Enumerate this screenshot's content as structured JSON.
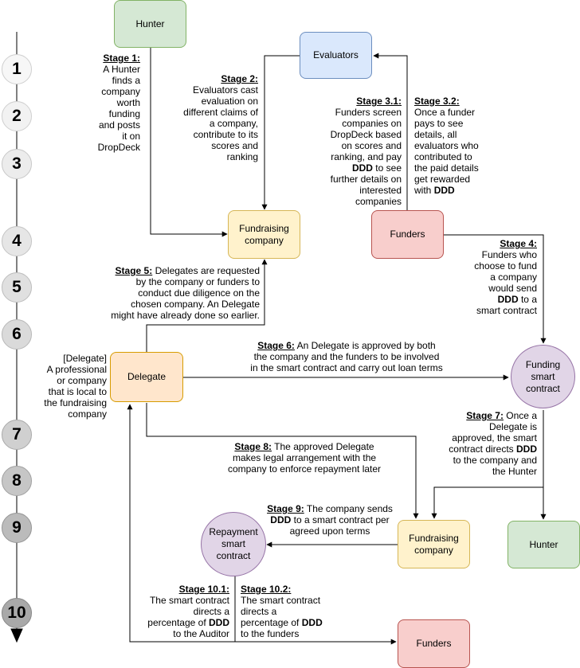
{
  "timeline": [
    "1",
    "2",
    "3",
    "4",
    "5",
    "6",
    "7",
    "8",
    "9",
    "10"
  ],
  "nodes": {
    "hunter_top": "Hunter",
    "evaluators": "Evaluators",
    "fundraising_top_1": "Fundraising",
    "fundraising_top_2": "company",
    "funders_top": "Funders",
    "delegate": "Delegate",
    "funding_sc_1": "Funding",
    "funding_sc_2": "smart",
    "funding_sc_3": "contract",
    "fundraising_bottom_1": "Fundraising",
    "fundraising_bottom_2": "company",
    "hunter_bottom": "Hunter",
    "repayment_sc_1": "Repayment",
    "repayment_sc_2": "smart",
    "repayment_sc_3": "contract",
    "funders_bottom": "Funders"
  },
  "delegate_note": [
    "[Delegate]",
    "A professional",
    "or company",
    "that is local to",
    "the fundraising",
    "company"
  ],
  "stages": {
    "s1": {
      "title": "Stage 1:",
      "lines": [
        "A Hunter",
        "finds a",
        "company",
        "worth",
        "funding",
        "and posts",
        "it on",
        "DropDeck"
      ]
    },
    "s2": {
      "title": "Stage 2:",
      "lines": [
        "Evaluators cast",
        "evaluation on",
        "different claims of",
        "a company,",
        "contribute to its",
        "scores and",
        "ranking"
      ]
    },
    "s31": {
      "title": "Stage 3.1:",
      "lines": [
        "Funders screen",
        "companies on",
        "DropDeck based",
        "on scores and",
        "ranking, and pay"
      ],
      "bold": "DDD",
      "after": " to see",
      "lines2": [
        "further details on",
        "interested",
        "companies"
      ]
    },
    "s32": {
      "title": "Stage 3.2:",
      "lines": [
        "Once a funder",
        "pays to see",
        "details, all",
        "evaluators who",
        "contributed to",
        "the paid details",
        "get rewarded"
      ],
      "with": "with ",
      "bold": "DDD"
    },
    "s4": {
      "title": "Stage 4:",
      "lines": [
        "Funders who",
        "choose to fund",
        "a company",
        "would send"
      ],
      "bold": "DDD",
      "after": " to a",
      "last": "smart contract"
    },
    "s5": {
      "title": "Stage 5:",
      "first": " Delegates are requested",
      "lines": [
        "by the company or funders to",
        "conduct due diligence on the",
        "chosen company. An Delegate",
        "might have already done so earlier."
      ]
    },
    "s6": {
      "title": "Stage 6:",
      "first": " An Delegate is approved by both",
      "lines": [
        "the company and the funders to be involved",
        "in the smart contract and carry out loan terms"
      ]
    },
    "s7": {
      "title": "Stage 7:",
      "first": " Once a",
      "lines": [
        "Delegate is",
        "approved, the smart"
      ],
      "pre": "contract directs ",
      "bold": "DDD",
      "lines2": [
        "to the company and",
        "the Hunter"
      ]
    },
    "s8": {
      "title": "Stage 8:",
      "first": " The approved Delegate",
      "lines": [
        "makes legal arrangement with the",
        "company to enforce repayment later"
      ]
    },
    "s9": {
      "title": "Stage 9:",
      "first": " The company sends",
      "bold": "DDD",
      "after": " to a smart contract per",
      "last": "agreed upon terms"
    },
    "s101": {
      "title": "Stage 10.1:",
      "lines": [
        "The smart contract",
        "directs a"
      ],
      "pre": "percentage of ",
      "bold": "DDD",
      "last": "to the Auditor"
    },
    "s102": {
      "title": "Stage 10.2:",
      "lines": [
        "The smart contract",
        "directs a"
      ],
      "pre": "percentage of ",
      "bold": "DDD",
      "last": "to the funders"
    }
  }
}
